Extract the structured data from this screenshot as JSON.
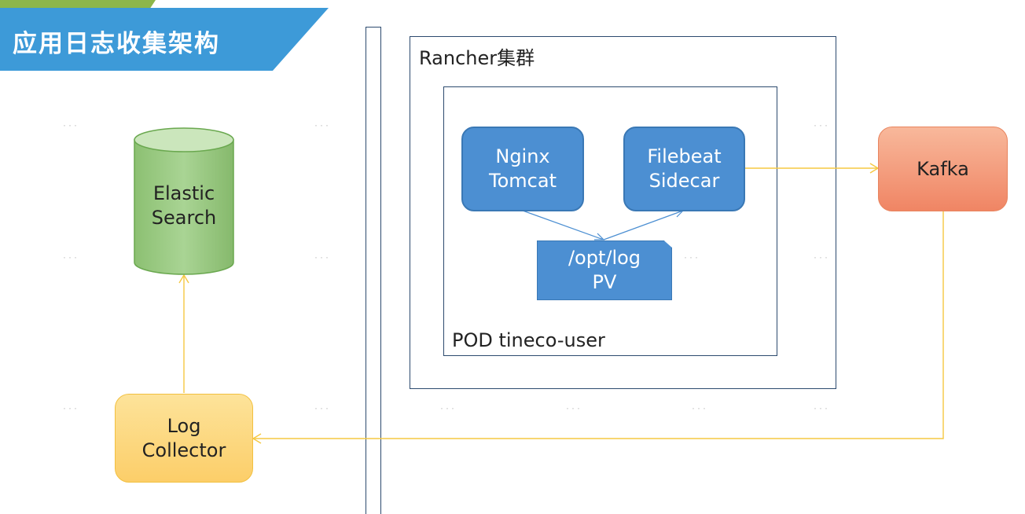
{
  "header": {
    "title": "应用日志收集架构"
  },
  "frames": {
    "cluster_label": "Rancher集群",
    "pod_label": "POD tineco-user"
  },
  "nodes": {
    "nginx": {
      "line1": "Nginx",
      "line2": "Tomcat"
    },
    "filebeat": {
      "line1": "Filebeat",
      "line2": "Sidecar"
    },
    "pv": {
      "line1": "/opt/log",
      "line2": "PV"
    },
    "kafka": {
      "label": "Kafka"
    },
    "elastic": {
      "line1": "Elastic",
      "line2": "Search"
    },
    "collector": {
      "line1": "Log",
      "line2": "Collector"
    }
  },
  "colors": {
    "header_blue": "#3d9ad8",
    "header_green": "#8db64a",
    "app_boxes": "#4c8fd2",
    "kafka": "#f08564",
    "collector": "#fcce69",
    "elastic": "#92c47c",
    "flow_arrow": "#f5c842",
    "internal_arrow": "#4c8fd2"
  }
}
